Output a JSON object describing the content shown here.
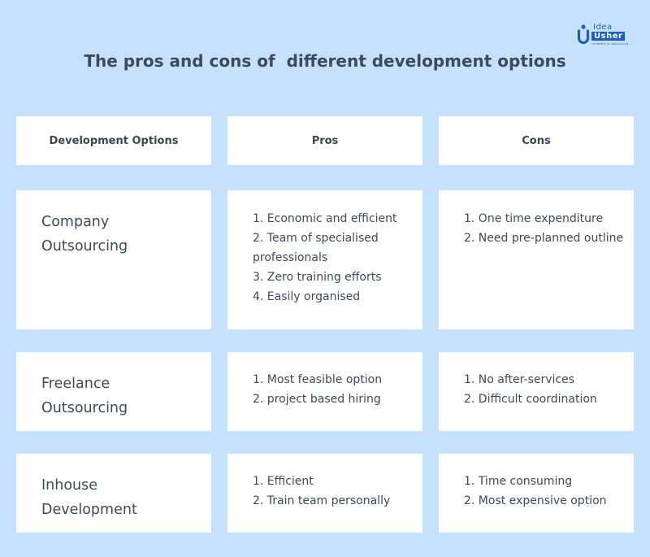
{
  "brand": {
    "word_top": "Idea",
    "word_main": "Usher",
    "tagline": "PIONEERS OF INNOVATION",
    "primary_color": "#1c5fc0"
  },
  "title": "The pros and cons of  different development options",
  "headers": [
    "Development Options",
    "Pros",
    "Cons"
  ],
  "rows": [
    {
      "option": "Company Outsourcing",
      "pros": [
        "1. Economic and efficient",
        "2. Team of specialised professionals",
        "3. Zero training efforts",
        "4. Easily organised"
      ],
      "cons": [
        "1. One time expenditure",
        "2. Need pre-planned outline"
      ]
    },
    {
      "option": "Freelance Outsourcing",
      "pros": [
        "1. Most feasible option",
        "2. project based hiring"
      ],
      "cons": [
        "1. No after-services",
        "2. Difficult coordination"
      ]
    },
    {
      "option": "Inhouse Development",
      "pros": [
        "1. Efficient",
        "2. Train team personally"
      ],
      "cons": [
        "1. Time consuming",
        "2. Most expensive option"
      ]
    }
  ],
  "colors": {
    "background": "#c6e1fd",
    "card": "#ffffff",
    "text": "#3e4a59"
  }
}
